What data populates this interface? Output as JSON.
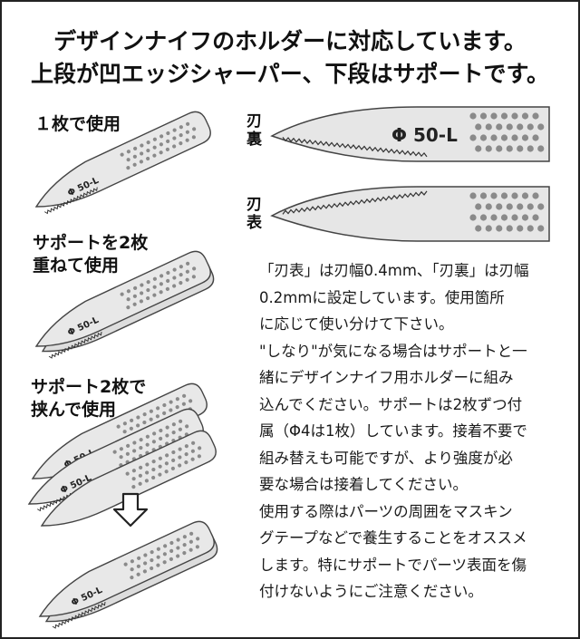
{
  "header": {
    "line1": "デザインナイフのホルダーに対応しています。",
    "line2": "上段が凹エッジシャーパー、下段はサポートです。"
  },
  "left_panel": {
    "label_single": "１枚で使用",
    "label_double_1": "サポートを2枚",
    "label_double_2": "重ねて使用",
    "label_sandwich_1": "サポート2枚で",
    "label_sandwich_2": "挟んで使用",
    "blade_code": "Φ 50-L"
  },
  "right_panel": {
    "label_back_1": "刃",
    "label_back_2": "裏",
    "label_front_1": "刃",
    "label_front_2": "表",
    "blade_code": "Φ 50-L"
  },
  "description": [
    "「刃表」は刃幅0.4mm、「刃裏」は刃幅",
    "0.2mmに設定しています。使用箇所",
    "に応じて使い分けて下さい。",
    "\"しなり\"が気になる場合はサポートと一",
    "緒にデザインナイフ用ホルダーに組み",
    "込んでください。サポートは2枚ずつ付",
    "属（Φ4は1枚）しています。接着不要で",
    "組み替えも可能ですが、より強度が必",
    "要な場合は接着してください。",
    "使用する際はパーツの周囲をマスキン",
    "グテープなどで養生することをオススメ",
    "します。特にサポートでパーツ表面を傷",
    "付けないようにご注意ください。"
  ],
  "colors": {
    "blade_fill": "#e6e6e6",
    "blade_stroke": "#444444",
    "hole_fill": "#888888",
    "text": "#1a1a1a"
  }
}
